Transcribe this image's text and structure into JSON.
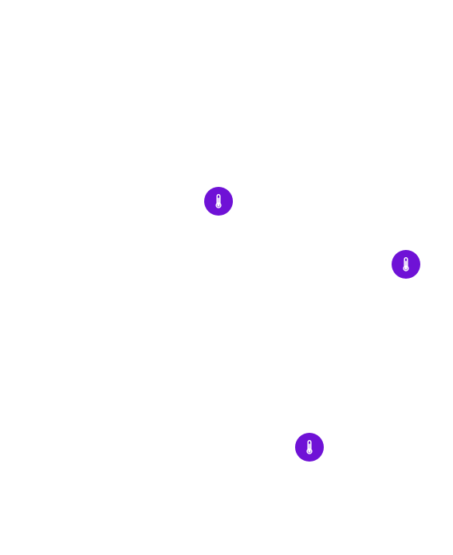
{
  "map": {
    "background": "#ffffff",
    "marker_color": "#6f12d6",
    "markers": [
      {
        "id": "marker-1",
        "icon": "thermometer-icon"
      },
      {
        "id": "marker-2",
        "icon": "thermometer-icon"
      },
      {
        "id": "marker-3",
        "icon": "thermometer-icon"
      }
    ]
  }
}
